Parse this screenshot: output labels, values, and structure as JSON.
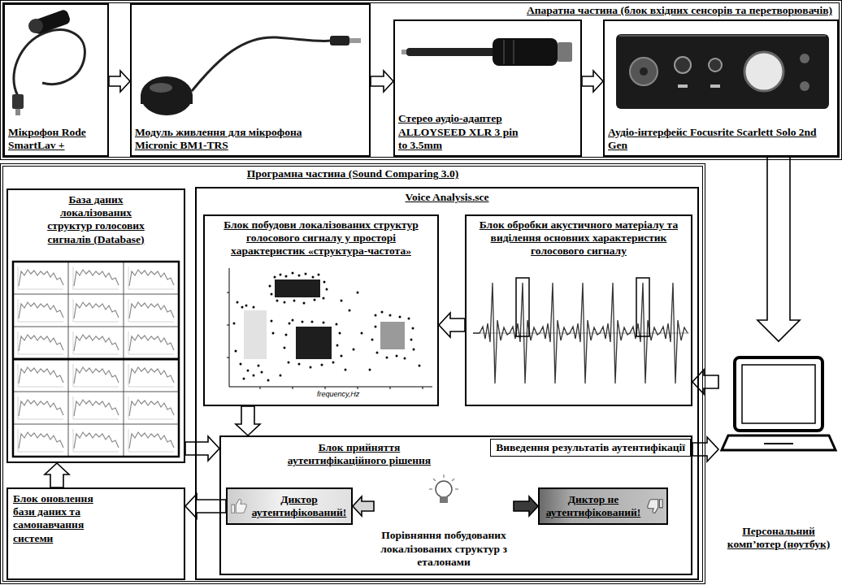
{
  "diagram": {
    "nodes": [
      {
        "text": [
          "Апаратна частина (блок вхідних сенсорів та перетворювачів)"
        ]
      },
      {
        "text": [
          "Мікрофон Rode SmartLav +"
        ],
        "in": 0
      },
      {
        "text": [
          "Модуль живлення для мікрофона Micronic BM1-TRS"
        ],
        "in": 0
      },
      {
        "text": [
          "Стерео аудіо-адаптер ALLOYSEED XLR 3 pin to 3.5mm"
        ],
        "in": 0
      },
      {
        "text": [
          "Аудіо-інтерфейс Focusrite Scarlett Solo 2nd Gen"
        ],
        "in": 0
      },
      {
        "text": [
          "Програмна частина (Sound Comparing 3.0)"
        ]
      },
      {
        "text": [
          "База даних локалізованих структур голосових сигналів (Database)"
        ],
        "in": 5
      },
      {
        "text": [
          "Voice Analysis.sce"
        ],
        "in": 5
      },
      {
        "text": [
          "Блок побудови локалізованих структур голосового сигналу у просторі характеристик «структура-частота»"
        ],
        "in": 7
      },
      {
        "text": [
          "Блок обробки акустичного матеріалу та виділення основних характеристик голосового сигналу"
        ],
        "in": 7
      },
      {
        "text": [
          "Блок прийняття аутентифікаційного рішення"
        ],
        "in": 7
      },
      {
        "text": [
          "Диктор аутентифікований!"
        ],
        "in": 10
      },
      {
        "text": [
          "Порівняння побудованих локалізованих структур з еталонами"
        ],
        "in": 10
      },
      {
        "text": [
          "Диктор не аутентифікований!"
        ],
        "in": 10
      },
      {
        "text": [
          "Блок оновлення бази даних та самонавчання системи"
        ],
        "in": 5
      },
      {
        "text": [
          "Персональний комп’ютер (ноутбук)"
        ]
      }
    ],
    "edges": [
      {
        "from": 1,
        "to": 2,
        "arrow": "to"
      },
      {
        "from": 2,
        "to": 3,
        "arrow": "to"
      },
      {
        "from": 3,
        "to": 4,
        "arrow": "to"
      },
      {
        "from": 4,
        "to": 15,
        "arrow": "to"
      },
      {
        "from": 15,
        "to": 9,
        "arrow": "to"
      },
      {
        "from": 9,
        "to": 8,
        "arrow": "to"
      },
      {
        "from": 8,
        "to": 10,
        "arrow": "to"
      },
      {
        "from": 6,
        "to": 10,
        "arrow": "to"
      },
      {
        "from": 10,
        "to": 15,
        "label": "Виведення результатів аутентифікації",
        "arrow": "to"
      },
      {
        "from": 12,
        "to": 11,
        "arrow": "to"
      },
      {
        "from": 12,
        "to": 13,
        "arrow": "to"
      },
      {
        "from": 11,
        "to": 14,
        "arrow": "to"
      },
      {
        "from": 14,
        "to": 6,
        "arrow": "to"
      }
    ],
    "labels": [
      "frequency,Hz"
    ]
  }
}
